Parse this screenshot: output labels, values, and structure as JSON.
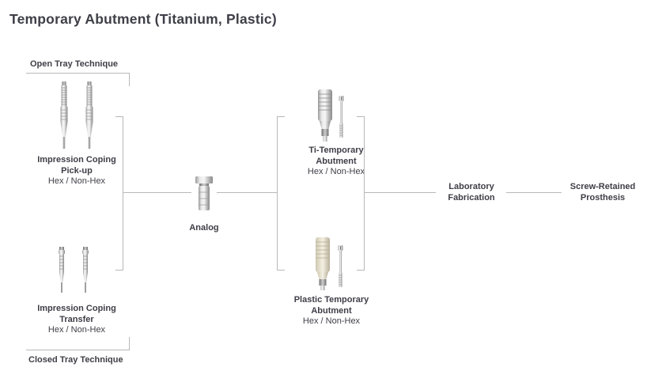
{
  "title": "Temporary Abutment (Titanium, Plastic)",
  "colors": {
    "line": "#b8b8b8",
    "text": "#3e3e47"
  },
  "nodes": {
    "open_tray": {
      "label": "Open Tray Technique"
    },
    "closed_tray": {
      "label": "Closed Tray Technique"
    },
    "pickup": {
      "line1": "Impression Coping",
      "line2": "Pick-up",
      "variant": "Hex / Non-Hex"
    },
    "transfer": {
      "line1": "Impression Coping",
      "line2": "Transfer",
      "variant": "Hex / Non-Hex"
    },
    "analog": {
      "label": "Analog"
    },
    "ti_temporary": {
      "line1": "Ti-Temporary",
      "line2": "Abutment",
      "variant": "Hex / Non-Hex"
    },
    "plastic_temporary": {
      "line1": "Plastic Temporary",
      "line2": "Abutment",
      "variant": "Hex / Non-Hex"
    },
    "laboratory": {
      "line1": "Laboratory",
      "line2": "Fabrication"
    },
    "prosthesis": {
      "line1": "Screw-Retained",
      "line2": "Prosthesis"
    }
  }
}
